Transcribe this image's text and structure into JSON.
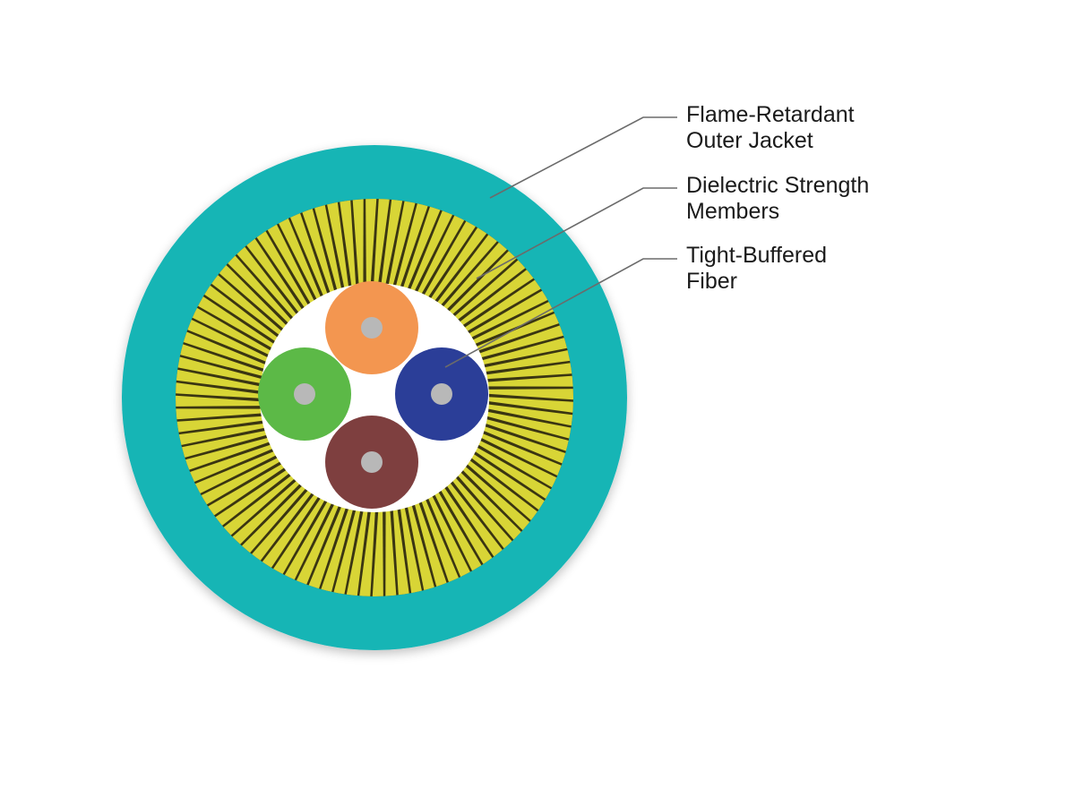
{
  "callouts": {
    "jacket": {
      "line1": "Flame-Retardant",
      "line2": "Outer Jacket"
    },
    "strength": {
      "line1": "Dielectric Strength",
      "line2": "Members"
    },
    "fiber": {
      "line1": "Tight-Buffered",
      "line2": "Fiber"
    }
  },
  "colors": {
    "jacket": "#12b5b5",
    "jacket_shadow": "#0e9c9c",
    "strength_dark": "#3a3512",
    "strength_light": "#e6e33a",
    "core_fill": "#ffffff",
    "fiber_orange": "#f39650",
    "fiber_green": "#5cb947",
    "fiber_blue": "#2b3e98",
    "fiber_brown": "#7e3f3f",
    "fiber_core": "#b8b8b8",
    "leader_line": "#6b6b6b"
  }
}
